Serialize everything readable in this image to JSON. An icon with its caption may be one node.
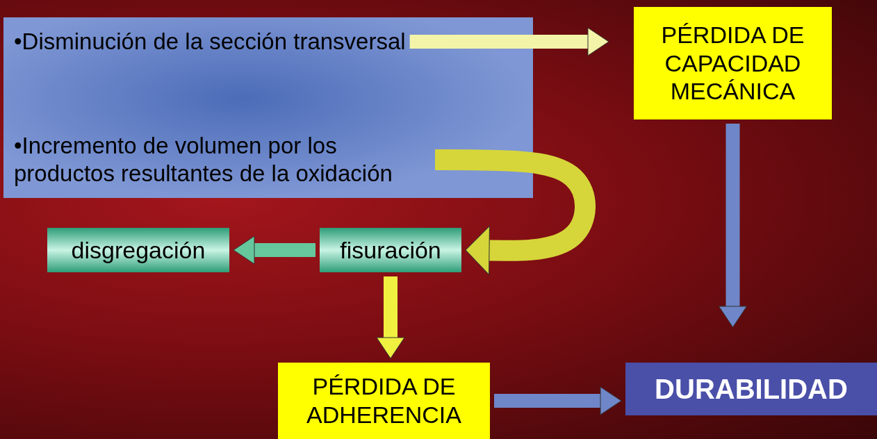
{
  "diagram": {
    "nodes": [
      {
        "text": [],
        "shape": "box"
      },
      {
        "text": [
          "•Disminución de la sección transversal"
        ],
        "in": 0
      },
      {
        "text": [
          "•Incremento de volumen por los productos resultantes de la oxidación"
        ],
        "in": 0
      },
      {
        "text": [
          "PÉRDIDA DE CAPACIDAD MECÁNICA"
        ]
      },
      {
        "text": [
          "disgregación"
        ]
      },
      {
        "text": [
          "fisuración"
        ]
      },
      {
        "text": [
          "PÉRDIDA DE ADHERENCIA"
        ]
      },
      {
        "text": [
          "DURABILIDAD"
        ]
      }
    ],
    "edges": [
      {
        "from": 1,
        "to": 3,
        "arrow": "to",
        "color": "#f4f4a8"
      },
      {
        "from": 2,
        "to": 5,
        "arrow": "to",
        "color": "#d6d63a"
      },
      {
        "from": 5,
        "to": 4,
        "arrow": "to",
        "color": "#66c79c"
      },
      {
        "from": 5,
        "to": 6,
        "arrow": "to",
        "color": "#f0f040"
      },
      {
        "from": 3,
        "to": 7,
        "arrow": "to"
      },
      {
        "from": 6,
        "to": 7,
        "arrow": "to"
      }
    ]
  }
}
